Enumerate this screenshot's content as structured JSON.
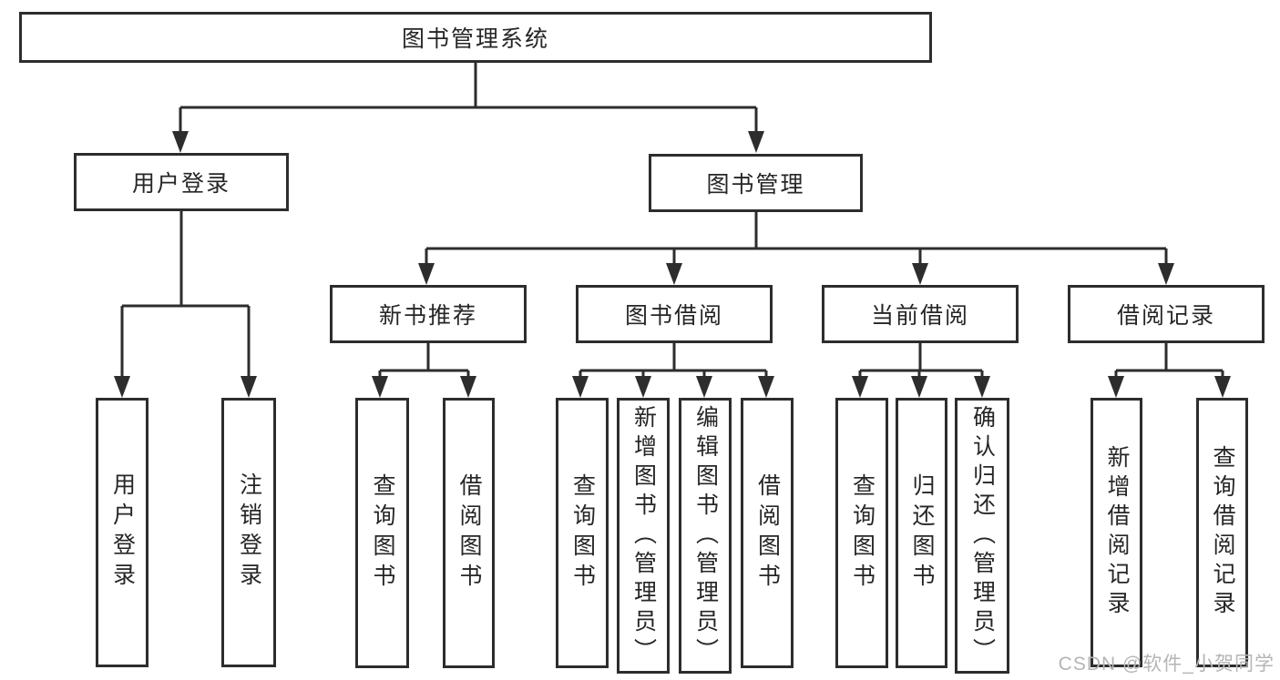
{
  "diagram": {
    "type": "hierarchy-tree",
    "title": "图书管理系统",
    "colors": {
      "line": "#2d2d2d",
      "box_border": "#2d2d2d",
      "box_background": "#ffffff",
      "text": "#262626",
      "watermark": "#b5b5b5",
      "page_background": "#ffffff"
    },
    "nodes": {
      "root": "图书管理系统",
      "user_login": "用户登录",
      "book_mgmt": "图书管理",
      "new_book": "新书推荐",
      "book_borrow": "图书借阅",
      "current_borrow": "当前借阅",
      "borrow_record": "借阅记录",
      "leaf_user_login": "用户登录",
      "leaf_logout": "注销登录",
      "leaf_nb_query": "查询图书",
      "leaf_nb_borrow": "借阅图书",
      "leaf_bb_query": "查询图书",
      "leaf_bb_add": "新增图书（管理员）",
      "leaf_bb_edit": "编辑图书（管理员）",
      "leaf_bb_borrow": "借阅图书",
      "leaf_cb_query": "查询图书",
      "leaf_cb_return": "归还图书",
      "leaf_cb_confirm": "确认归还（管理员）",
      "leaf_br_add": "新增借阅记录",
      "leaf_br_query": "查询借阅记录"
    },
    "edges": [
      [
        "root",
        "user_login"
      ],
      [
        "root",
        "book_mgmt"
      ],
      [
        "user_login",
        "leaf_user_login"
      ],
      [
        "user_login",
        "leaf_logout"
      ],
      [
        "book_mgmt",
        "new_book"
      ],
      [
        "book_mgmt",
        "book_borrow"
      ],
      [
        "book_mgmt",
        "current_borrow"
      ],
      [
        "book_mgmt",
        "borrow_record"
      ],
      [
        "new_book",
        "leaf_nb_query"
      ],
      [
        "new_book",
        "leaf_nb_borrow"
      ],
      [
        "book_borrow",
        "leaf_bb_query"
      ],
      [
        "book_borrow",
        "leaf_bb_add"
      ],
      [
        "book_borrow",
        "leaf_bb_edit"
      ],
      [
        "book_borrow",
        "leaf_bb_borrow"
      ],
      [
        "current_borrow",
        "leaf_cb_query"
      ],
      [
        "current_borrow",
        "leaf_cb_return"
      ],
      [
        "current_borrow",
        "leaf_cb_confirm"
      ],
      [
        "borrow_record",
        "leaf_br_add"
      ],
      [
        "borrow_record",
        "leaf_br_query"
      ]
    ],
    "watermark": "CSDN @软件_小贺同学"
  }
}
